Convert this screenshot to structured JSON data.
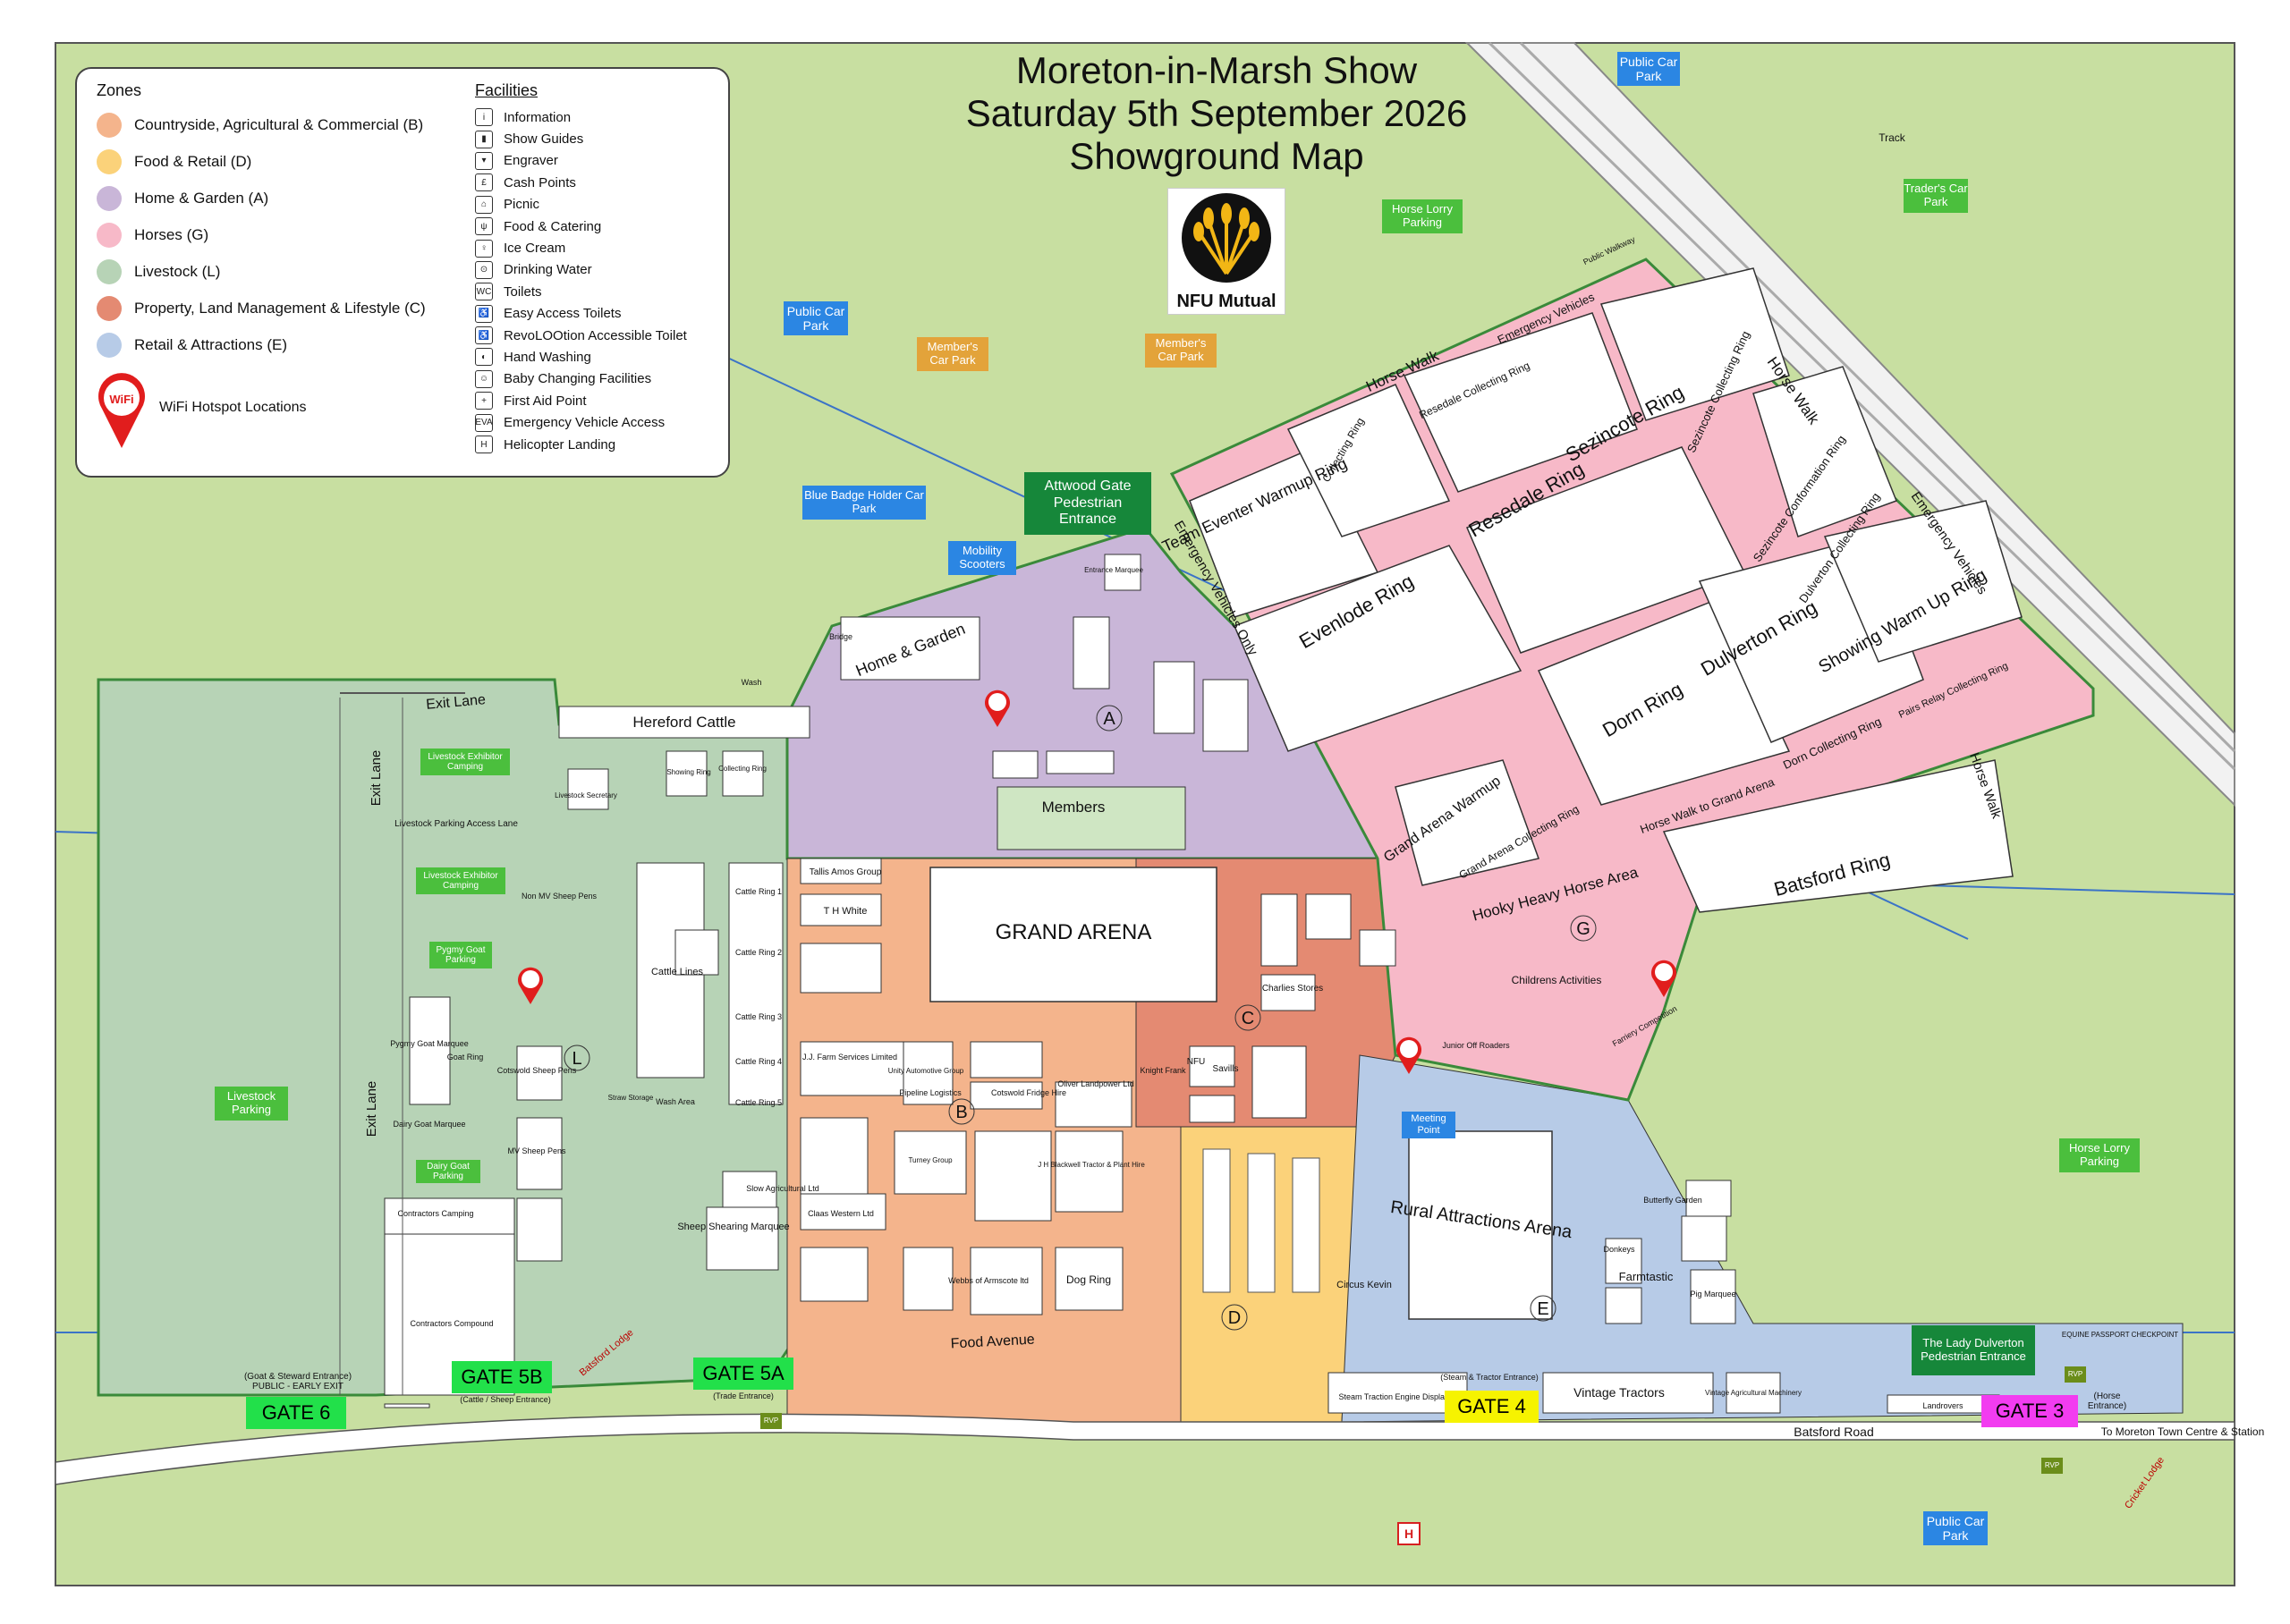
{
  "title": {
    "line1": "Moreton-in-Marsh Show",
    "line2": "Saturday 5th September 2026",
    "line3": "Showground Map"
  },
  "sponsor": {
    "name": "NFU Mutual"
  },
  "legend": {
    "zones_title": "Zones",
    "zones": [
      {
        "label": "Countryside, Agricultural & Commercial (B)",
        "color": "#f4b48c"
      },
      {
        "label": "Food & Retail (D)",
        "color": "#fbd27a"
      },
      {
        "label": "Home & Garden (A)",
        "color": "#c9b6d8"
      },
      {
        "label": "Horses (G)",
        "color": "#f7b9c8"
      },
      {
        "label": "Livestock (L)",
        "color": "#b7d3b6"
      },
      {
        "label": "Property, Land Management & Lifestyle (C)",
        "color": "#e48a72"
      },
      {
        "label": "Retail & Attractions (E)",
        "color": "#b7cbe7"
      }
    ],
    "wifi_label": "WiFi Hotspot Locations",
    "wifi_pin_text": "WiFi",
    "facilities_title": "Facilities",
    "facilities": [
      {
        "label": "Information",
        "icon": "info-icon",
        "glyph": "i"
      },
      {
        "label": "Show Guides",
        "icon": "book-icon",
        "glyph": "▮"
      },
      {
        "label": "Engraver",
        "icon": "engraver-icon",
        "glyph": "▾"
      },
      {
        "label": "Cash Points",
        "icon": "cash-icon",
        "glyph": "£"
      },
      {
        "label": "Picnic",
        "icon": "picnic-icon",
        "glyph": "⌂"
      },
      {
        "label": "Food & Catering",
        "icon": "food-icon",
        "glyph": "ψ"
      },
      {
        "label": "Ice Cream",
        "icon": "ice-cream-icon",
        "glyph": "♀"
      },
      {
        "label": "Drinking Water",
        "icon": "water-icon",
        "glyph": "⊙"
      },
      {
        "label": "Toilets",
        "icon": "toilet-icon",
        "glyph": "WC"
      },
      {
        "label": "Easy Access Toilets",
        "icon": "easy-access-icon",
        "glyph": "♿"
      },
      {
        "label": "RevoLOOtion Accessible Toilet",
        "icon": "accessible-toilet-icon",
        "glyph": "♿"
      },
      {
        "label": "Hand Washing",
        "icon": "hand-wash-icon",
        "glyph": "◐"
      },
      {
        "label": "Baby Changing Facilities",
        "icon": "baby-icon",
        "glyph": "☺"
      },
      {
        "label": "First Aid Point",
        "icon": "first-aid-icon",
        "glyph": "+"
      },
      {
        "label": "Emergency Vehicle Access",
        "icon": "emergency-icon",
        "glyph": "EVA"
      },
      {
        "label": "Helicopter Landing",
        "icon": "helicopter-icon",
        "glyph": "H"
      }
    ]
  },
  "parking": [
    "Public Car Park",
    "Public Car Park",
    "Public Car Park",
    "Member's Car Park",
    "Member's Car Park",
    "Horse Lorry Parking",
    "Horse Lorry Parking",
    "Trader's Car Park",
    "Blue Badge Holder Car Park",
    "Mobility Scooters",
    "Livestock Parking"
  ],
  "entrances": {
    "attwood": "Attwood Gate Pedestrian Entrance",
    "lady_dulverton": "The Lady Dulverton Pedestrian Entrance",
    "gate6": "GATE 6",
    "gate6_note": "(Goat & Steward Entrance) PUBLIC - EARLY EXIT",
    "gate5b": "GATE 5B",
    "gate5b_note": "(Cattle / Sheep Entrance)",
    "gate5a": "GATE 5A",
    "gate5a_note": "(Trade Entrance)",
    "gate4": "GATE 4",
    "gate4_note": "(Steam & Tractor Entrance)",
    "gate3": "GATE 3",
    "gate3_note": "(Horse Entrance)"
  },
  "roads": {
    "exit_lane": "Exit Lane",
    "exit_lane_v1": "Exit Lane",
    "exit_lane_v2": "Exit Lane",
    "batsford_road": "Batsford Road",
    "food_avenue": "Food Avenue",
    "horse_walk": "Horse Walk",
    "horse_walk_grand": "Horse Walk to Grand Arena",
    "emergency_vehicles": "Emergency Vehicles",
    "emergency_only": "Emergency Vehicles Only",
    "to_town": "To Moreton Town Centre & Station",
    "track": "Track",
    "public_walkway": "Public Walkway",
    "livestock_access": "Livestock Parking Access Lane",
    "batsford_lodge": "Batsford Lodge",
    "cricket_lodge": "Cricket Lodge",
    "equine": "EQUINE PASSPORT CHECKPOINT"
  },
  "rings": {
    "team_eventer": "Team Eventer Warmup Ring",
    "resedale": "Resedale Ring",
    "sezincote": "Sezincote Ring",
    "evenlode": "Evenlode Ring",
    "dulverton": "Dulverton Ring",
    "showing_warmup": "Showing Warm Up Ring",
    "dorn": "Dorn Ring",
    "batsford": "Batsford Ring",
    "grand_warmup": "Grand Arena Warmup",
    "hooky": "Hooky Heavy Horse Area",
    "collecting": "Collecting Ring",
    "resedale_collecting": "Resedale Collecting Ring",
    "sezincote_collecting": "Sezincote Collecting Ring",
    "sezincote_conformation": "Sezincote Conformation Ring",
    "dulverton_collecting": "Dulverton Collecting Ring",
    "dorn_collecting": "Dorn Collecting Ring",
    "pairs_relay": "Pairs Relay Collecting Ring",
    "grand_collecting": "Grand Arena Collecting Ring"
  },
  "areas": {
    "grand_arena": "GRAND ARENA",
    "rural_arena": "Rural Attractions Arena",
    "members": "Members",
    "home_garden": "Home & Garden",
    "hereford_cattle": "Hereford Cattle",
    "cattle_lines": "Cattle Lines",
    "cattle_rings": [
      "Cattle Ring 1",
      "Cattle Ring 2",
      "Cattle Ring 3",
      "Cattle Ring 4",
      "Cattle Ring 5"
    ],
    "tallis": "Tallis Amos Group",
    "th_white": "T H White",
    "slow_agri": "Slow Agricultural Ltd",
    "claas": "Claas Western Ltd",
    "sheep_marquee": "Sheep Shearing Marquee",
    "dog_ring": "Dog Ring",
    "vintage_tractors": "Vintage Tractors",
    "steam": "Steam Traction Engine Display",
    "farmtastic": "Farmtastic",
    "circus": "Circus Kevin",
    "meeting_point": "Meeting Point",
    "childrens": "Childrens Activities",
    "charlies": "Charlies Stores",
    "cotswold_sheep_pens": "Cotswold Sheep Pens",
    "mv_sheep_pens": "MV Sheep Pens",
    "non_mv": "Non MV Sheep Pens",
    "pygmy_goat_marquee": "Pygmy Goat Marquee",
    "dairy_goat_marquee": "Dairy Goat Marquee",
    "goat_ring": "Goat Ring",
    "contractors_camping": "Contractors Camping",
    "contractors_compound": "Contractors Compound",
    "wash_area": "Wash Area",
    "straw": "Straw Storage",
    "livestock_secretary": "Livestock Secretary",
    "showing_ring": "Showing Ring",
    "collecting_ring": "Collecting Ring",
    "livestock_exhibitor_camping": "Livestock Exhibitor Camping",
    "pygmy_goat_parking": "Pygmy Goat Parking",
    "dairy_goat_parking": "Dairy Goat Parking",
    "jj_farm": "J.J. Farm Services Limited",
    "pipeline": "Pipeline Logistics",
    "unity": "Unity Automotive Group",
    "cotswold_fridge": "Cotswold Fridge Hire",
    "oliver": "Oliver Landpower Ltd",
    "jh_blackwell": "J H Blackwell Tractor & Plant Hire",
    "turney": "Turney Group",
    "webbs": "Webbs of Armscote ltd",
    "knight_frank": "Knight Frank",
    "nfu": "NFU",
    "savills": "Savills",
    "junior_off_roaders": "Junior Off Roaders",
    "butterfly": "Butterfly Garden",
    "donkeys": "Donkeys",
    "pig_marquee": "Pig Marquee",
    "landrovers": "Landrovers",
    "vintage_machinery": "Vintage Agricultural Machinery",
    "farriery": "Farriery Competition",
    "bridge": "Bridge",
    "wash": "Wash",
    "entrance_marquee": "Entrance Marquee"
  },
  "zone_letters": [
    "A",
    "B",
    "C",
    "D",
    "E",
    "G",
    "L"
  ],
  "bottom_labels": {
    "rvp": "RVP",
    "heli": "H"
  }
}
